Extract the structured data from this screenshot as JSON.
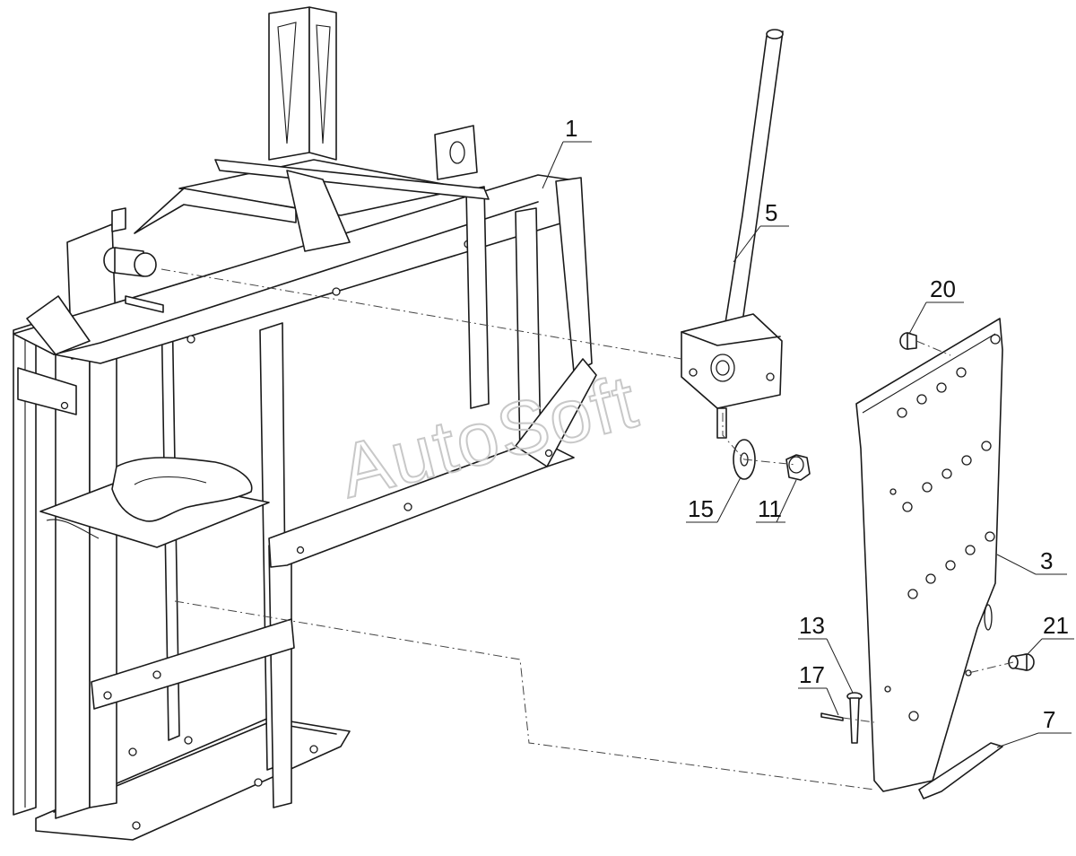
{
  "watermark": "AutoSoft",
  "callouts": [
    {
      "id": "1",
      "label": "1"
    },
    {
      "id": "3",
      "label": "3"
    },
    {
      "id": "5",
      "label": "5"
    },
    {
      "id": "7",
      "label": "7"
    },
    {
      "id": "11",
      "label": "11"
    },
    {
      "id": "13",
      "label": "13"
    },
    {
      "id": "15",
      "label": "15"
    },
    {
      "id": "17",
      "label": "17"
    },
    {
      "id": "20",
      "label": "20"
    },
    {
      "id": "21",
      "label": "21"
    }
  ],
  "parts_shown": [
    "frame",
    "lever",
    "plate",
    "washer",
    "nut",
    "pin",
    "cotter",
    "bolt",
    "strip"
  ]
}
